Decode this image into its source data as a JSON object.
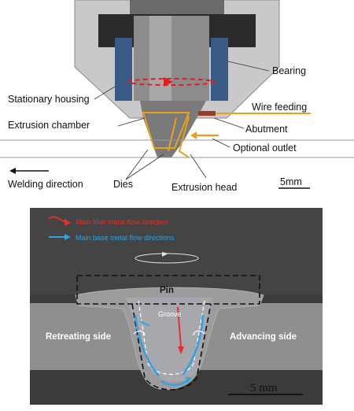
{
  "top_panel": {
    "labels": {
      "bearing": "Bearing",
      "stationary_housing": "Stationary housing",
      "wire_feeding": "Wire feeding",
      "extrusion_chamber": "Extrusion chamber",
      "abutment": "Abutment",
      "optional_outlet": "Optional outlet",
      "welding_direction": "Welding direction",
      "dies": "Dies",
      "extrusion_head": "Extrusion head",
      "scale": "5mm"
    },
    "colors": {
      "housing": "#c9c9c9",
      "bearing": "#3a5a86",
      "rotation": "#e02020",
      "wire": "#e8a020"
    }
  },
  "bottom_panel": {
    "legend": {
      "red_entry": "Main filler metal flow direction",
      "blue_entry": "Main base metal flow directions"
    },
    "labels": {
      "pin": "Pin",
      "groove": "Groove",
      "retreating_side": "Retreating side",
      "advancing_side": "Advancing side",
      "scale": "5 mm"
    },
    "colors": {
      "filler_flow": "#e03030",
      "base_flow": "#33a0e0",
      "background": "#3b3b3b"
    }
  }
}
